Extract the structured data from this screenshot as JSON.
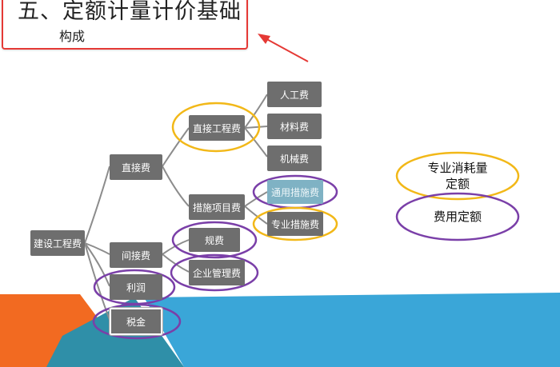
{
  "title": {
    "main": "五、定额计量计价基础",
    "sub": "构成"
  },
  "nodes": {
    "construction_cost": "建设工程费",
    "direct_cost": "直接费",
    "indirect_cost": "间接费",
    "profit": "利润",
    "tax": "税金",
    "direct_engineering_cost": "直接工程费",
    "measure_item_cost": "措施项目费",
    "regulatory_fee": "规费",
    "enterprise_management_fee": "企业管理费",
    "labor_cost": "人工费",
    "material_cost": "材料费",
    "machinery_cost": "机械费",
    "general_measure_cost": "通用措施费",
    "special_measure_cost": "专业措施费"
  },
  "legend": {
    "yellow_label_line1": "专业消耗量",
    "yellow_label_line2": "定额",
    "purple_label": "费用定额"
  },
  "colors": {
    "node_fill": "#6e6e6e",
    "yellow_ellipse": "#f2b818",
    "purple_ellipse": "#7a3fa8",
    "title_border": "#e53935",
    "arrow": "#e53935",
    "band_blue": "#3aa6d8",
    "band_orange": "#f26a21",
    "band_teal": "#2f8fa8"
  }
}
